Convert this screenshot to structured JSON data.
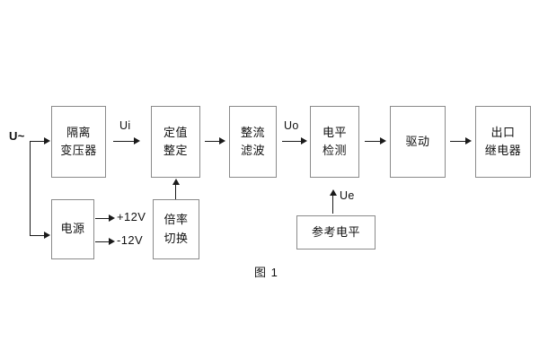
{
  "figure": {
    "caption": "图 1",
    "input_label": "U~"
  },
  "blocks": {
    "isolation_transformer": {
      "line1": "隔离",
      "line2": "变压器"
    },
    "setting_value": {
      "line1": "定值",
      "line2": "整定"
    },
    "rectify_filter": {
      "line1": "整流",
      "line2": "滤波"
    },
    "level_detect": {
      "line1": "电平",
      "line2": "检测"
    },
    "drive": {
      "line1": "驱动",
      "line2": ""
    },
    "output_relay": {
      "line1": "出口",
      "line2": "继电器"
    },
    "power_supply": {
      "line1": "电源",
      "line2": ""
    },
    "multiplier_switch": {
      "line1": "倍率",
      "line2": "切换"
    },
    "reference_level": {
      "line1": "参考电平",
      "line2": ""
    }
  },
  "signals": {
    "ui": "Ui",
    "uo": "Uo",
    "ue": "Ue",
    "pos12v": "+12V",
    "neg12v": "-12V"
  },
  "colors": {
    "background": "#ffffff",
    "box_border": "#8a8a8a",
    "line": "#1a1a1a",
    "text": "#111111"
  }
}
